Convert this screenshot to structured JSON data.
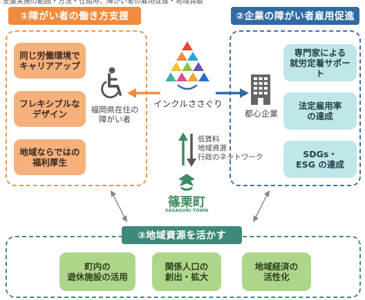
{
  "top_text": "支援実施の範囲・方法・仕組み、障がい者の雇用促進・地域貢献",
  "section1": {
    "title": "①障がい者の働き方支援",
    "cards": [
      "同じ労働環境で\nキャリアアップ",
      "フレキシブルな\nデザイン",
      "地域ならではの\n福利厚生"
    ]
  },
  "section2": {
    "title": "②企業の障がい者雇用促進",
    "cards": [
      "専門家による\n就労定着サポート",
      "法定雇用率\nの達成",
      "SDGs・\nESG の達成"
    ]
  },
  "section3": {
    "title": "③地域資源を活かす",
    "cards": [
      "町内の\n遊休施設の活用",
      "関係人口の\n創出・拡大",
      "地域経済の\n活性化"
    ]
  },
  "center": {
    "logo_text": "インクルささぐり",
    "person_label": "福岡県在住の\n障がい者",
    "company_label": "都心企業",
    "flow_text": "低賃料\n地域資源\n行政のネットワーク",
    "town_name": "篠栗町",
    "town_sub": "SASAGURI TOWN"
  },
  "colors": {
    "orange": "#f08a3c",
    "blue": "#2f6aa3",
    "green": "#3e8a5f"
  },
  "icons": [
    "wheelchair-icon",
    "building-icon",
    "triangle-logo-icon",
    "town-emblem-icon"
  ]
}
